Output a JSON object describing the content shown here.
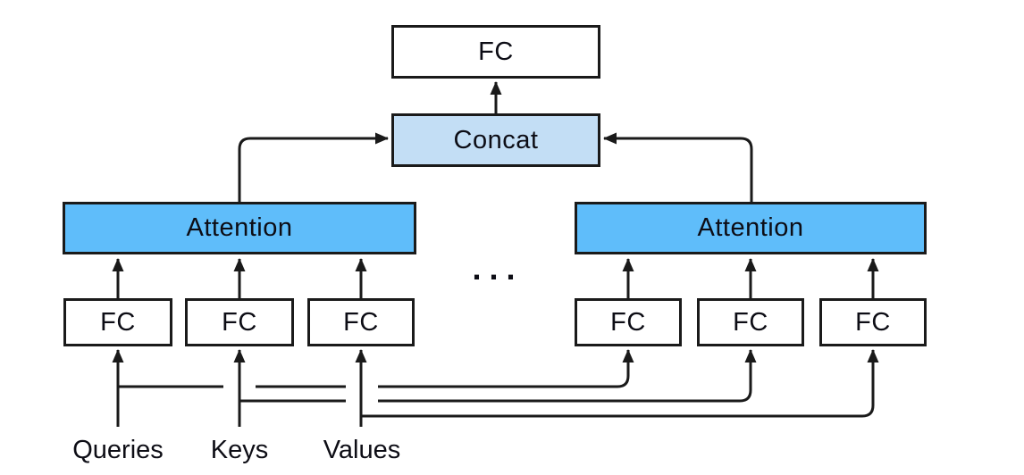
{
  "diagram": {
    "boxes": {
      "fc_top": "FC",
      "concat": "Concat",
      "attention_left": "Attention",
      "attention_right": "Attention",
      "fc_left_1": "FC",
      "fc_left_2": "FC",
      "fc_left_3": "FC",
      "fc_right_1": "FC",
      "fc_right_2": "FC",
      "fc_right_3": "FC"
    },
    "labels": {
      "queries": "Queries",
      "keys": "Keys",
      "values": "Values",
      "ellipsis": "..."
    },
    "colors": {
      "background": "#ffffff",
      "box_border": "#1a1a1a",
      "line": "#1a1a1a",
      "text": "#0d0d15",
      "attention_fill": "#5fbdfa",
      "concat_fill": "#c3def5"
    }
  }
}
